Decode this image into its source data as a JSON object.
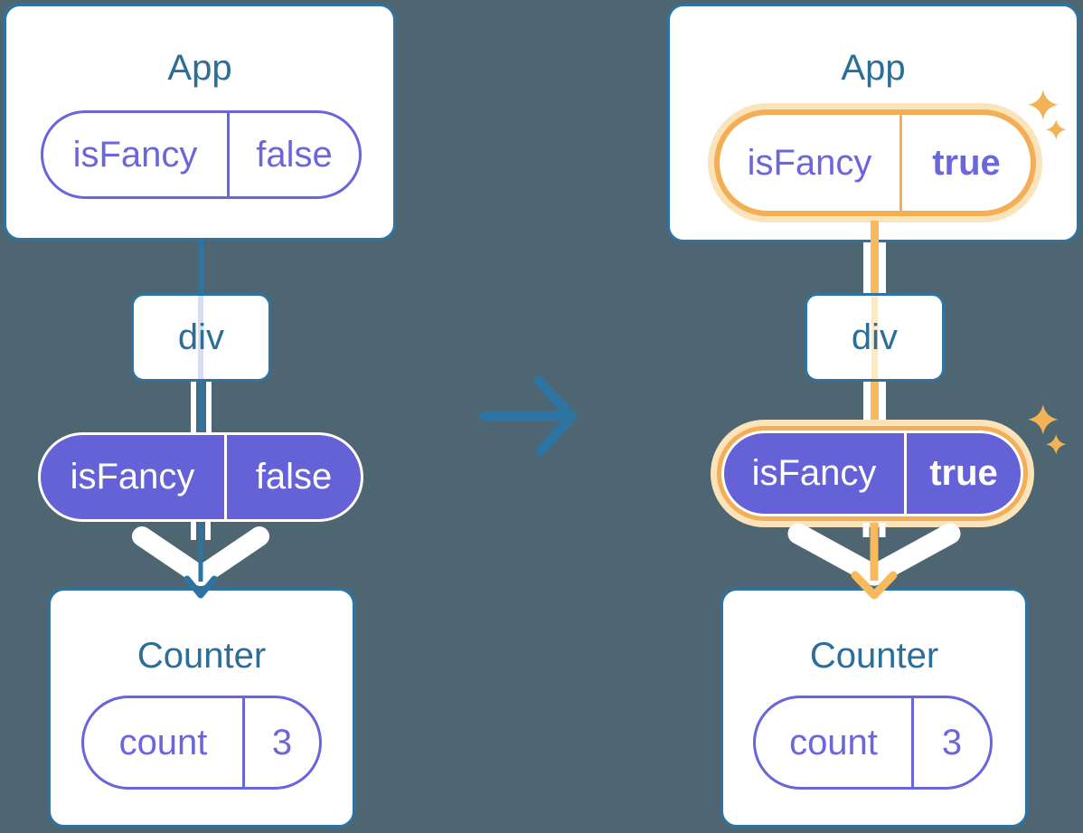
{
  "colors": {
    "background": "#4D6671",
    "card_border": "#2E74A3",
    "title_text": "#2B6E97",
    "indigo_text": "#6C66DB",
    "indigo_border": "#6965DA",
    "purple_fill": "#6562D8",
    "blue_line": "#2E74A3",
    "orange_line": "#F8BA5D",
    "orange_ring": "#F4AE55",
    "orange_halo": "#FBE3BA",
    "sparkle": "#F2B357"
  },
  "left_tree": {
    "app": {
      "title": "App",
      "prop_name": "isFancy",
      "prop_value": "false"
    },
    "div_node": {
      "label": "div"
    },
    "passed_prop": {
      "name": "isFancy",
      "value": "false"
    },
    "counter": {
      "title": "Counter",
      "state_name": "count",
      "state_value": "3"
    }
  },
  "right_tree": {
    "app": {
      "title": "App",
      "prop_name": "isFancy",
      "prop_value": "true"
    },
    "div_node": {
      "label": "div"
    },
    "passed_prop": {
      "name": "isFancy",
      "value": "true"
    },
    "counter": {
      "title": "Counter",
      "state_name": "count",
      "state_value": "3"
    }
  }
}
